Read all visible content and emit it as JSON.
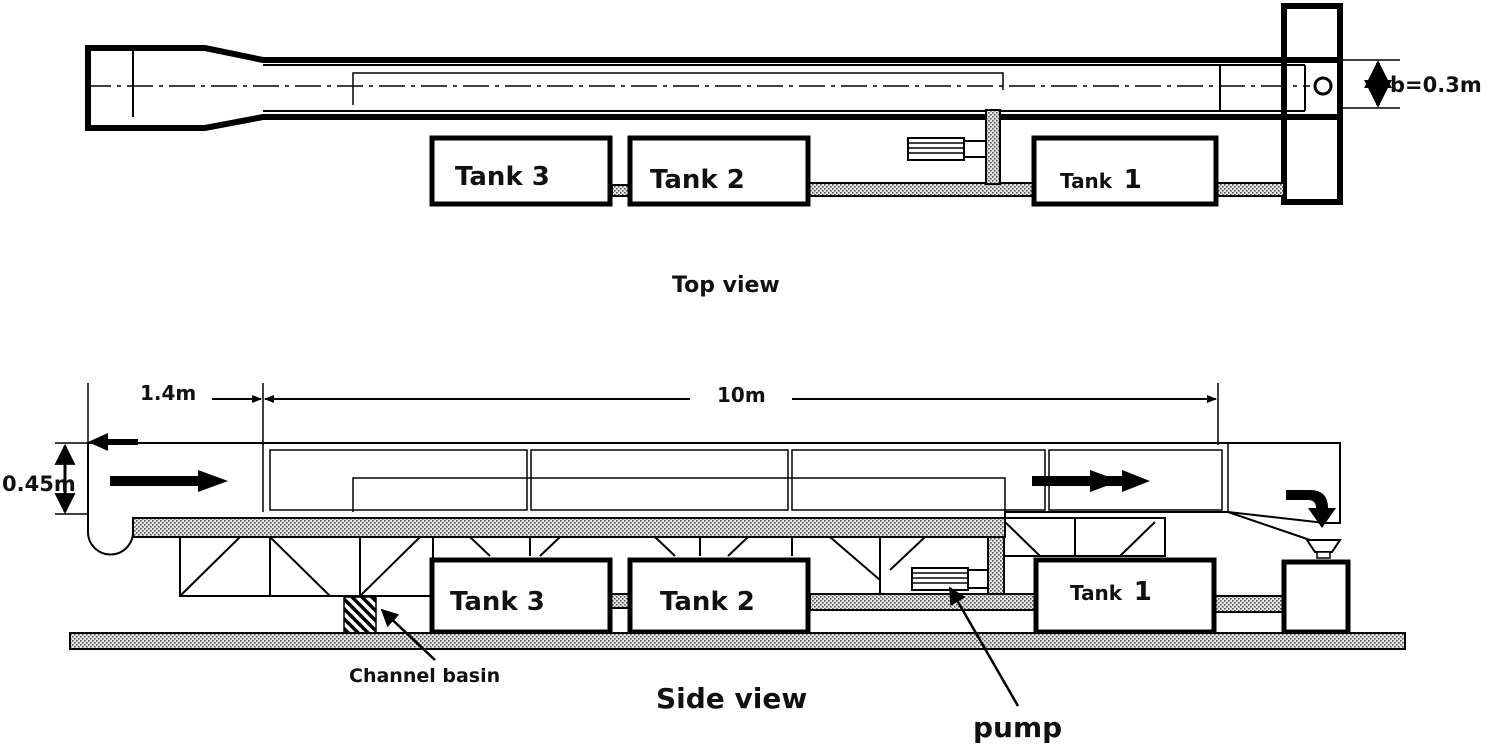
{
  "views": {
    "top": {
      "caption": "Top view"
    },
    "side": {
      "caption": "Side view"
    }
  },
  "tanks": {
    "tank1_prefix": "Tank",
    "tank1_number": "1",
    "tank2": "Tank 2",
    "tank3": "Tank 3"
  },
  "dimensions": {
    "width": "b=0.3m",
    "inlet_length": "1.4m",
    "test_length": "10m",
    "height": "0.45m"
  },
  "labels": {
    "channel_basin": "Channel basin",
    "pump": "pump"
  }
}
